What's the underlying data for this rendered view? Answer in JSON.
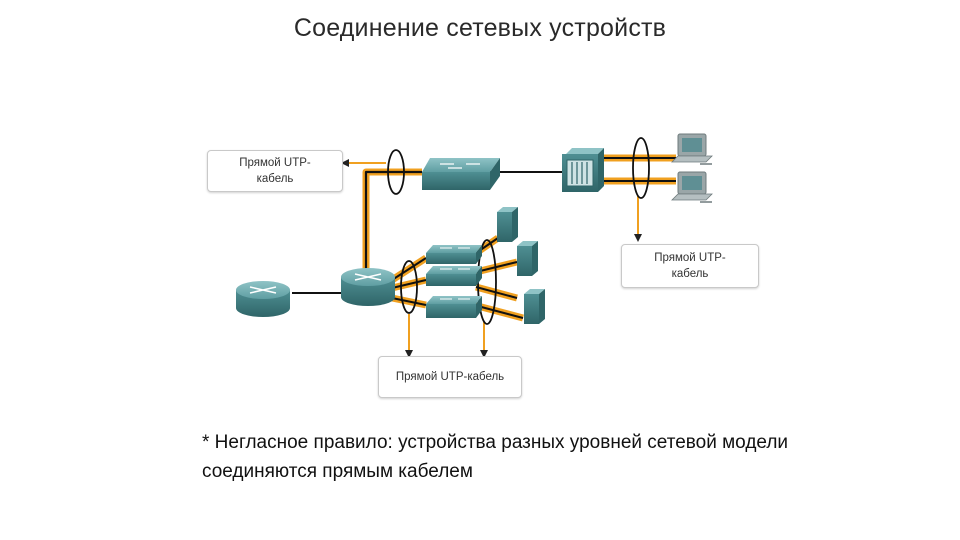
{
  "title": "Соединение сетевых устройств",
  "callouts": {
    "top_left": "Прямой UTP-\nкабель",
    "right": "Прямой UTP-\nкабель",
    "bottom": "Прямой UTP-кабель"
  },
  "note": "* Негласное правило: устройства разных уровней сетевой модели соединяются прямым кабелем",
  "colors": {
    "cable_highlight": "#f0a020",
    "cable": "#111111",
    "device_teal": "#4f8f93",
    "pc_gray": "#9aa6a8"
  }
}
